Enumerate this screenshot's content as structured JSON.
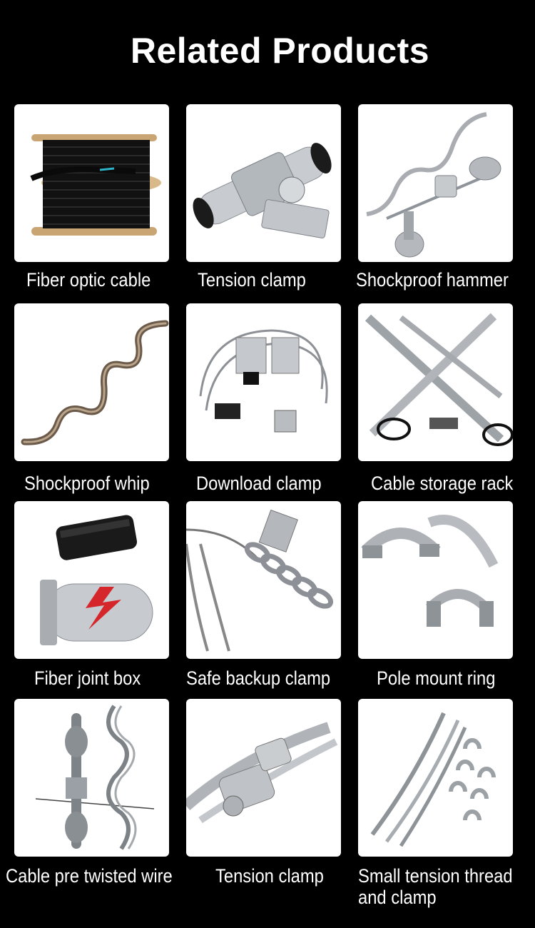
{
  "title": "Related Products",
  "products": [
    {
      "label": "Fiber optic cable",
      "image": "fiber-optic-cable-spool"
    },
    {
      "label": "Tension clamp",
      "image": "tension-clamp-aluminum"
    },
    {
      "label": "Shockproof hammer",
      "image": "shockproof-hammer"
    },
    {
      "label": "Shockproof whip",
      "image": "shockproof-whip-spiral"
    },
    {
      "label": "Download clamp",
      "image": "download-clamp"
    },
    {
      "label": "Cable storage rack",
      "image": "cable-storage-rack"
    },
    {
      "label": "Fiber joint box",
      "image": "fiber-joint-box"
    },
    {
      "label": "Safe backup  clamp",
      "image": "safe-backup-clamp-chain"
    },
    {
      "label": "Pole mount ring",
      "image": "pole-mount-ring"
    },
    {
      "label": "Cable pre twisted wire",
      "image": "cable-pre-twisted-wire"
    },
    {
      "label": "Tension clamp",
      "image": "tension-clamp-shackle"
    },
    {
      "label": "Small tension thread",
      "label2": "and clamp",
      "image": "small-tension-thread-clamp"
    }
  ],
  "colors": {
    "background": "#000000",
    "card": "#ffffff",
    "text": "#ffffff"
  }
}
